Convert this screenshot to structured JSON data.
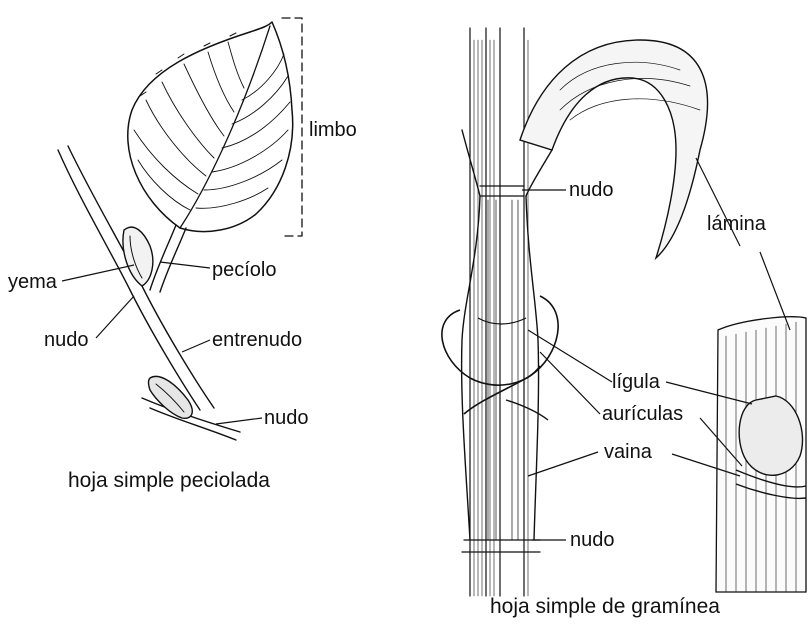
{
  "diagram": {
    "left_figure": {
      "caption": "hoja simple peciolada",
      "labels": {
        "limbo": "limbo",
        "yema": "yema",
        "peciolo": "pecíolo",
        "nudo_top": "nudo",
        "entrenudo": "entrenudo",
        "nudo_bottom": "nudo"
      }
    },
    "right_figure": {
      "caption": "hoja simple de gramínea",
      "labels": {
        "nudo_top": "nudo",
        "lamina": "lámina",
        "ligula": "lígula",
        "auriculas": "aurículas",
        "vaina": "vaina",
        "nudo_bottom": "nudo"
      }
    }
  }
}
